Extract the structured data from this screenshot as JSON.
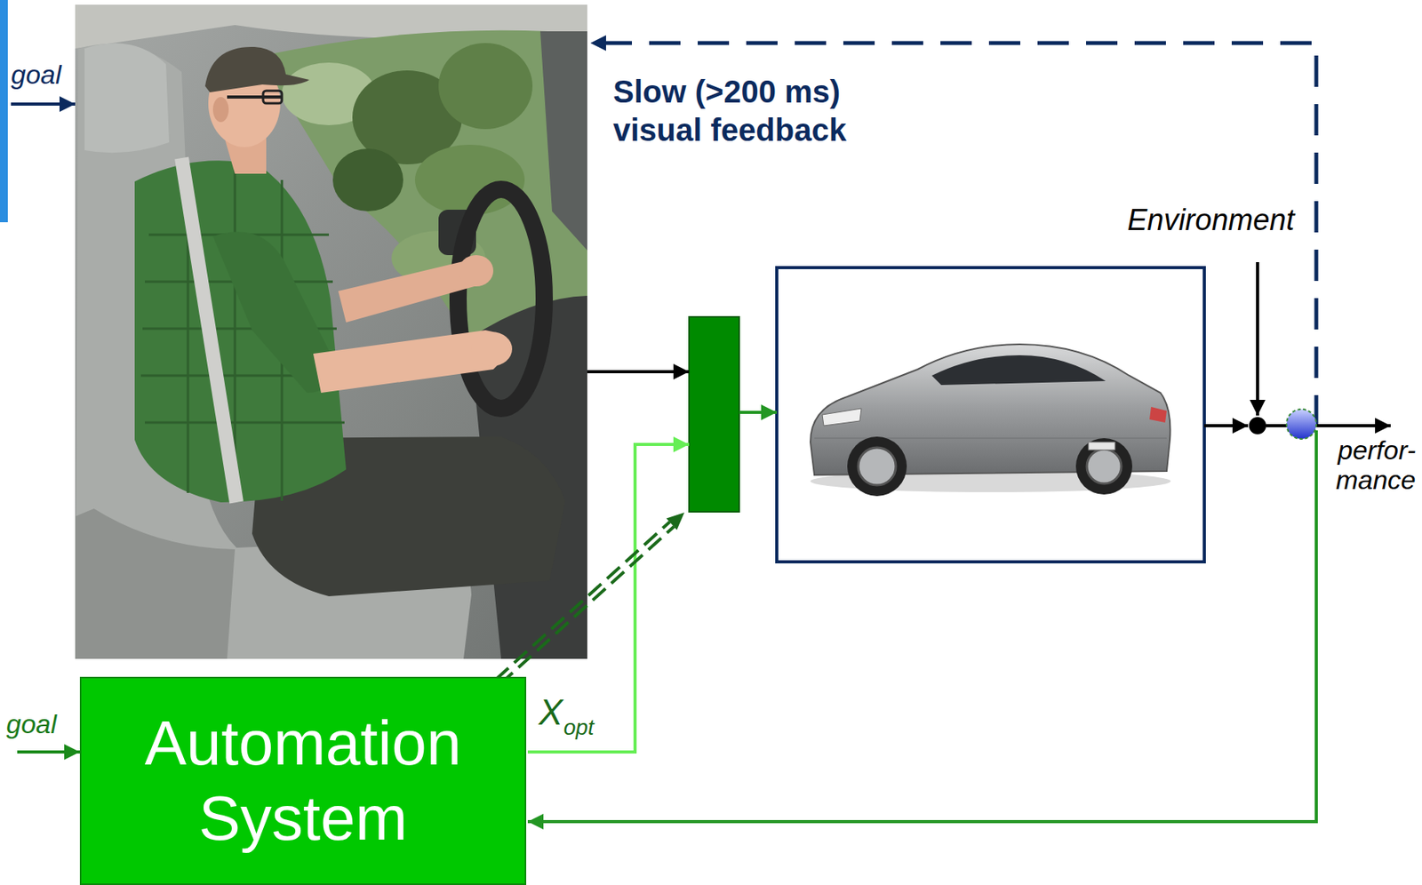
{
  "diagram": {
    "nodes": [
      {
        "text": [
          "Automation System"
        ]
      }
    ],
    "labels": [
      "goal",
      "Slow (>200 ms) visual feedback",
      "Environment",
      "perfor- mance",
      "goal",
      "X",
      "opt"
    ]
  }
}
